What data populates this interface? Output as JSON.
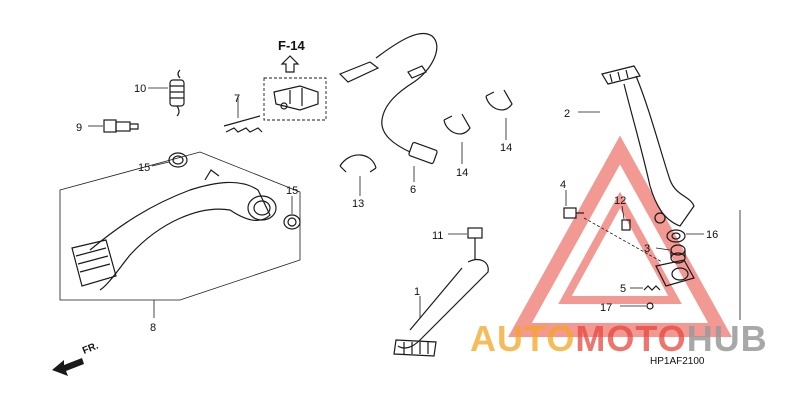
{
  "figure_ref": "F-14",
  "part_code": "HP1AF2100",
  "direction_label": "FR.",
  "callouts": [
    "1",
    "2",
    "3",
    "4",
    "5",
    "6",
    "7",
    "8",
    "9",
    "10",
    "11",
    "12",
    "13",
    "14",
    "15",
    "16",
    "17"
  ],
  "watermark": {
    "text_a": "AUTO",
    "text_b": "MOTO",
    "text_c": "HUB",
    "color_a": "#f5a623",
    "color_b": "#e8473e",
    "color_c": "#9a9a9a"
  }
}
